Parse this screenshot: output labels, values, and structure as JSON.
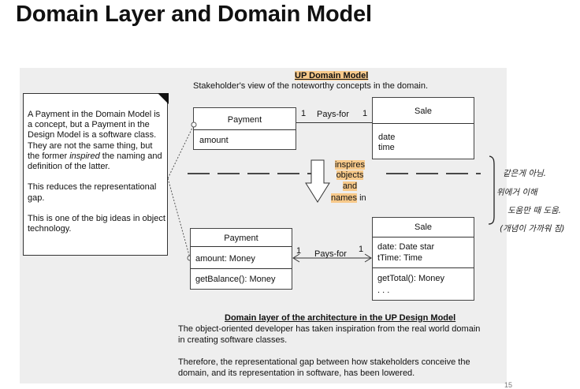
{
  "title": "Domain Layer and Domain Model",
  "upper": {
    "heading": "UP Domain Model",
    "subheading": "Stakeholder's view of the noteworthy concepts in the domain.",
    "payment": {
      "name": "Payment",
      "attr": "amount"
    },
    "sale": {
      "name": "Sale",
      "attrs": [
        "date",
        "time"
      ]
    },
    "assoc": {
      "left_mult": "1",
      "label": "Pays-for",
      "right_mult": "1"
    }
  },
  "note": {
    "p1_before": "A Payment in the Domain Model is a concept, but a Payment in the Design Model is a software class. They are not the same thing, but the former ",
    "p1_em": "inspired",
    "p1_after": " the naming and definition of the latter.",
    "p2": "This reduces the representational gap.",
    "p3": "This is one of the big ideas in object technology."
  },
  "middle": {
    "inspires": "inspires",
    "objects": "objects",
    "and": "and",
    "names": "names",
    "in": " in"
  },
  "lower": {
    "payment": {
      "name": "Payment",
      "attr": "amount: Money",
      "op": "getBalance(): Money"
    },
    "sale": {
      "name": "Sale",
      "attrs": [
        "date: Date  star",
        "tTime: Time"
      ],
      "ops": [
        "getTotal(): Money",
        ". . ."
      ]
    },
    "assoc": {
      "left_mult": "1",
      "label": "Pays-for",
      "right_mult": "1"
    },
    "heading": "Domain layer of the architecture in the UP Design Model",
    "desc1": [
      "The object-oriented developer has taken inspiration from the real world domain",
      "in creating software classes."
    ],
    "desc2": [
      "Therefore, the representational gap between how stakeholders conceive the",
      "domain, and its representation in software, has been lowered."
    ]
  },
  "handwriting": [
    "같은게 아님.",
    "위에거 이해",
    "도움만 때 도움.",
    "(개념이 가까워 짐)"
  ],
  "page_number": "15"
}
